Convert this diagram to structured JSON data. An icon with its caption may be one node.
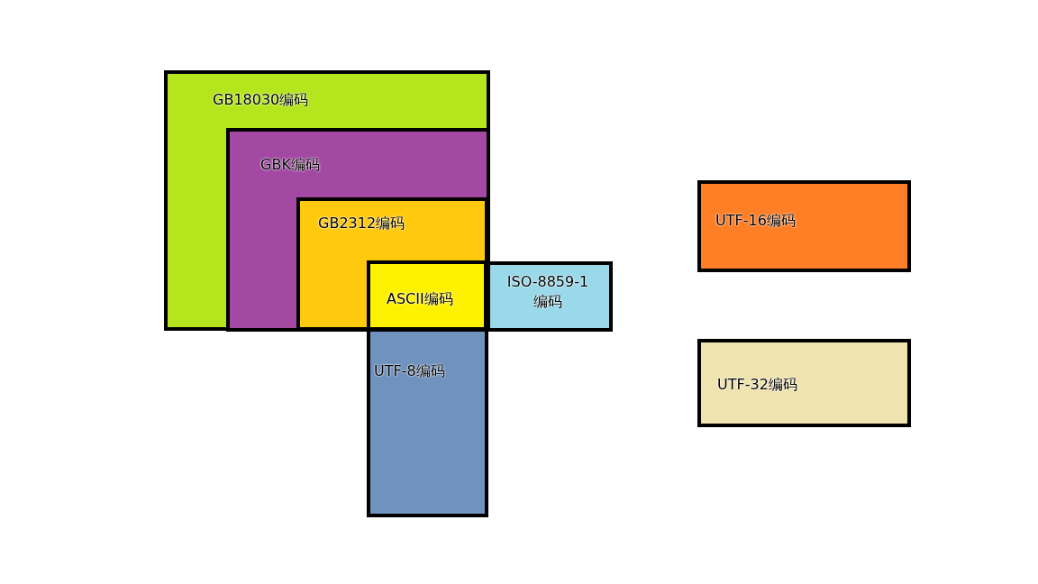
{
  "diagram": {
    "nodes": [
      {
        "text": [
          "GB18030编码"
        ]
      },
      {
        "text": [
          "GBK编码"
        ],
        "in": 0
      },
      {
        "text": [
          "GB2312编码"
        ],
        "in": 1
      },
      {
        "text": [
          "ASCII编码"
        ],
        "in": 2
      },
      {
        "text": [
          "ISO-8859-1 编码"
        ]
      },
      {
        "text": [
          "UTF-8编码"
        ]
      },
      {
        "text": [
          "UTF-16编码"
        ]
      },
      {
        "text": [
          "UTF-32编码"
        ]
      }
    ]
  }
}
